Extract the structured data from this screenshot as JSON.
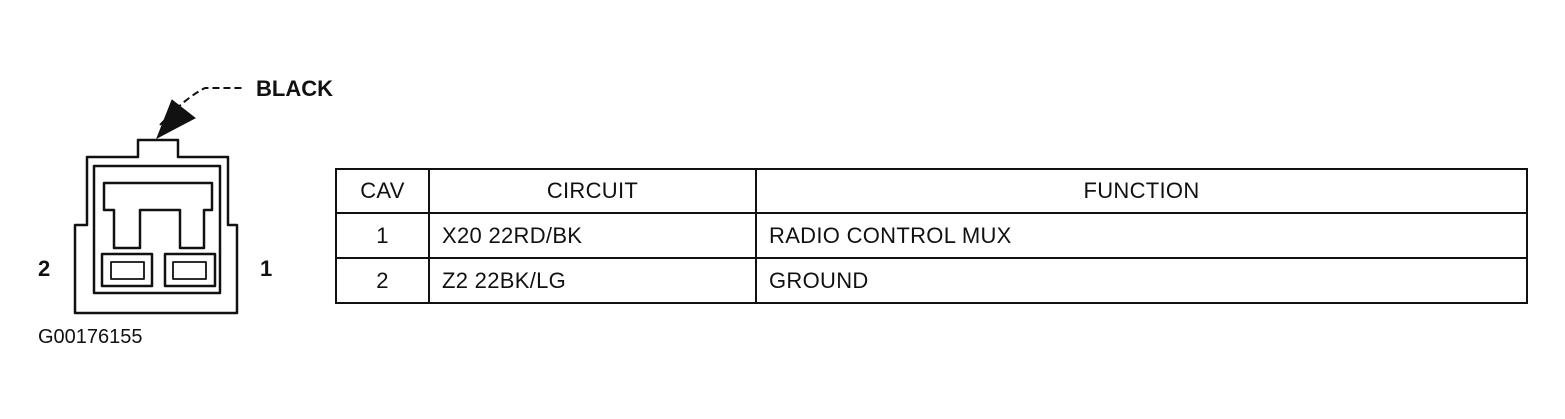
{
  "connector": {
    "color_callout": "BLACK",
    "pin_left": "2",
    "pin_right": "1",
    "figure_code": "G00176155"
  },
  "table": {
    "headers": {
      "cav": "CAV",
      "circuit": "CIRCUIT",
      "function": "FUNCTION"
    },
    "rows": [
      {
        "cav": "1",
        "circuit": "X20 22RD/BK",
        "function": "RADIO CONTROL MUX"
      },
      {
        "cav": "2",
        "circuit": "Z2 22BK/LG",
        "function": "GROUND"
      }
    ]
  }
}
